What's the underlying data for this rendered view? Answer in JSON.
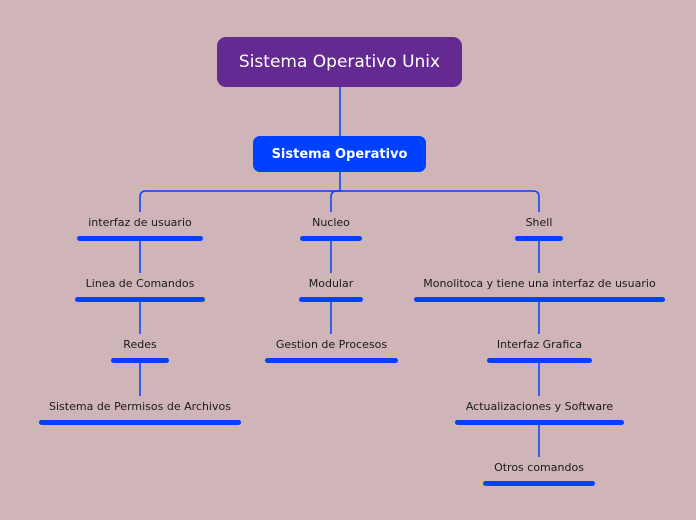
{
  "root": {
    "label": "Sistema Operativo Unix"
  },
  "main": {
    "label": "Sistema Operativo"
  },
  "branches": {
    "left": [
      {
        "label": "interfaz de usuario"
      },
      {
        "label": "Linea de Comandos"
      },
      {
        "label": "Redes"
      },
      {
        "label": "Sistema de Permisos de Archivos"
      }
    ],
    "center": [
      {
        "label": "Nucleo"
      },
      {
        "label": "Modular"
      },
      {
        "label": "Gestion de Procesos"
      }
    ],
    "right": [
      {
        "label": "Shell"
      },
      {
        "label": "Monolitoca y tiene una interfaz de usuario"
      },
      {
        "label": "Interfaz Grafica"
      },
      {
        "label": "Actualizaciones y Software"
      },
      {
        "label": "Otros comandos"
      }
    ]
  },
  "colors": {
    "background": "#cfb5b7",
    "root_fill": "#652a91",
    "node_fill": "#0040ff",
    "connector": "#0040ff"
  }
}
